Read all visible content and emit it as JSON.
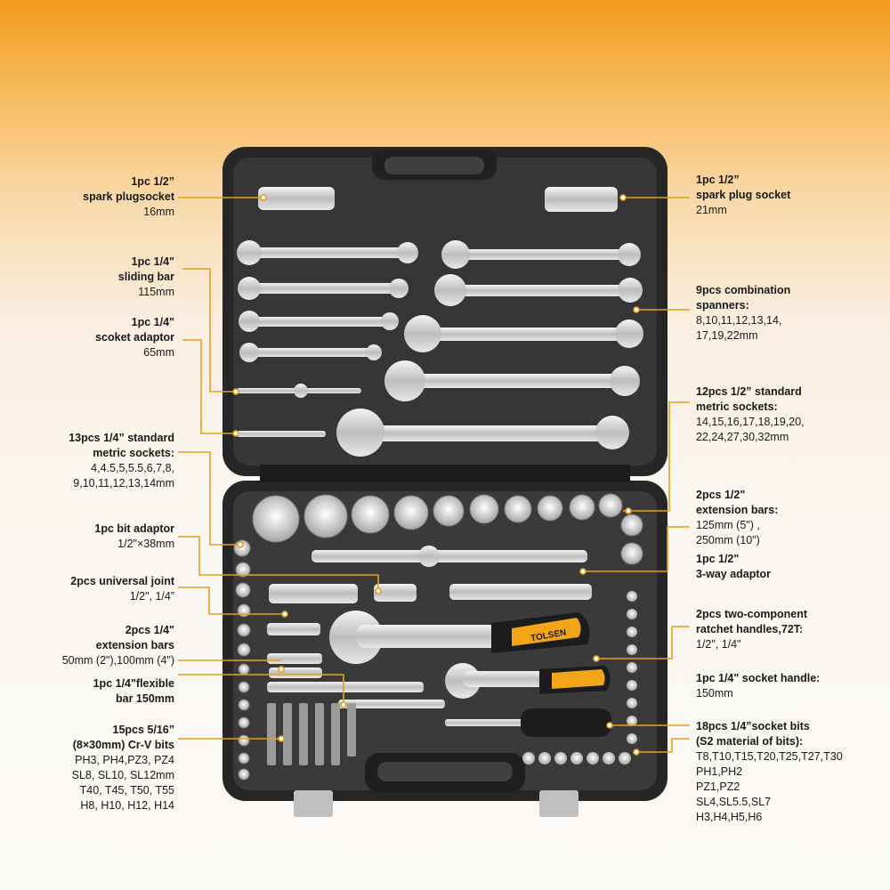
{
  "labels": {
    "spark_plug_16": {
      "line1": "1pc 1/2”",
      "line2": "spark plugsocket",
      "line3": "16mm"
    },
    "spark_plug_21": {
      "line1": "1pc 1/2”",
      "line2": "spark plug socket",
      "line3": "21mm"
    },
    "sliding_bar": {
      "line1": "1pc 1/4\"",
      "line2": "sliding bar",
      "line3": "115mm"
    },
    "socket_adaptor": {
      "line1": "1pc 1/4\"",
      "line2": "scoket adaptor",
      "line3": "65mm"
    },
    "spanners": {
      "line1": "9pcs combination",
      "line2": "spanners:",
      "line3": "8,10,11,12,13,14,",
      "line4": "17,19,22mm"
    },
    "metric_12": {
      "line1": "12pcs 1/2” standard",
      "line2": "metric sockets:",
      "line3": "14,15,16,17,18,19,20,",
      "line4": "22,24,27,30,32mm"
    },
    "metric_13": {
      "line1": "13pcs 1/4” standard",
      "line2": "metric sockets:",
      "line3": "4,4.5,5,5.5,6,7,8,",
      "line4": "9,10,11,12,13,14mm"
    },
    "ext_bars_half": {
      "line1": "2pcs 1/2\"",
      "line2": "extension bars:",
      "line3": "125mm (5\") ,",
      "line4": "250mm (10\")"
    },
    "three_way": {
      "line1": "1pc  1/2\"",
      "line2": "3-way adaptor"
    },
    "bit_adaptor": {
      "line1": "1pc bit adaptor",
      "line2": "1/2\"×38mm"
    },
    "universal_joint": {
      "line1": "2pcs universal joint",
      "line2": "1/2\",  1/4”"
    },
    "ext_bars_quarter": {
      "line1": "2pcs 1/4\"",
      "line2": "extension bars",
      "line3": "50mm (2\"),100mm (4\")"
    },
    "flexible_bar": {
      "line1": "1pc 1/4\"flexible",
      "line2": "bar 150mm"
    },
    "ratchets": {
      "line1": "2pcs two-component",
      "line2": "ratchet handles,72T:",
      "line3": "1/2\", 1/4\""
    },
    "socket_handle": {
      "line1": "1pc 1/4\" socket handle:",
      "line2": "150mm"
    },
    "crv_bits": {
      "line1": "15pcs 5/16”",
      "line2": "(8×30mm) Cr-V bits",
      "line3": "PH3, PH4,PZ3, PZ4",
      "line4": "SL8, SL10, SL12mm",
      "line5": "T40, T45, T50, T55",
      "line6": "H8, H10, H12, H14"
    },
    "socket_bits": {
      "line1": "18pcs 1/4”socket bits",
      "line2": "(S2 material of bits):",
      "line3": "T8,T10,T15,T20,T25,T27,T30",
      "line4": "PH1,PH2",
      "line5": "PZ1,PZ2",
      "line6": "SL4,SL5.5,SL7",
      "line7": "H3,H4,H5,H6"
    }
  },
  "brand": {
    "handle_text": "TOLSEN"
  },
  "colors": {
    "case": "#2b2b2b",
    "tray": "#3a3a3a",
    "chrome": "#d9d9d9",
    "accent": "#f2a516",
    "leader": "#e3a11a"
  }
}
